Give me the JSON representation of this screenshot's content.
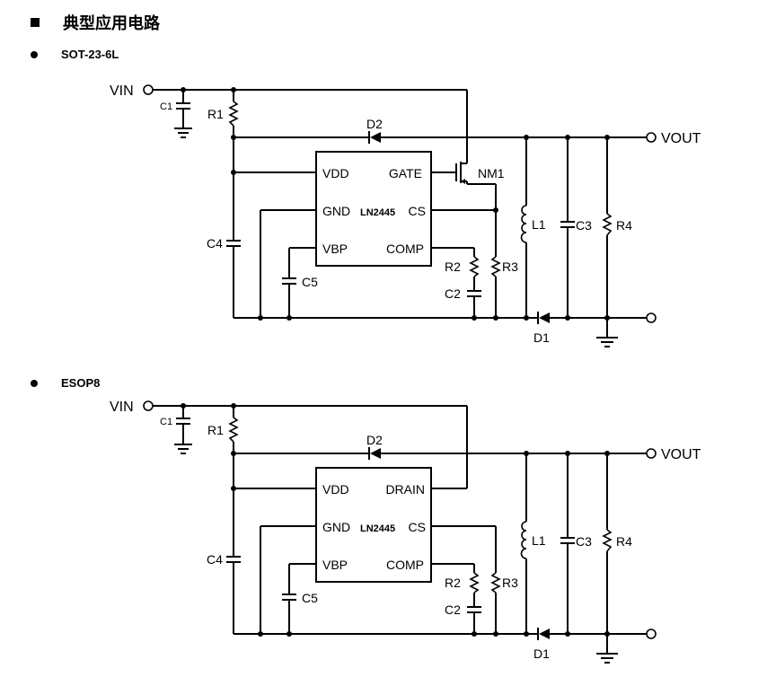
{
  "heading": {
    "title": "典型应用电路",
    "bullet_icon": "black-square-icon"
  },
  "circuits": [
    {
      "package": "SOT-23-6L",
      "ic": {
        "name": "LN2445",
        "pins_left": [
          "VDD",
          "GND",
          "VBP"
        ],
        "pins_right": [
          "GATE",
          "CS",
          "COMP"
        ]
      },
      "labels": {
        "vin": "VIN",
        "vout": "VOUT",
        "c1": "C1",
        "r1": "R1",
        "d2": "D2",
        "c4": "C4",
        "c5": "C5",
        "r2": "R2",
        "c2": "C2",
        "r3": "R3",
        "l1": "L1",
        "c3": "C3",
        "r4": "R4",
        "d1": "D1",
        "nm1": "NM1"
      }
    },
    {
      "package": "ESOP8",
      "ic": {
        "name": "LN2445",
        "pins_left": [
          "VDD",
          "GND",
          "VBP"
        ],
        "pins_right": [
          "DRAIN",
          "CS",
          "COMP"
        ]
      },
      "labels": {
        "vin": "VIN",
        "vout": "VOUT",
        "c1": "C1",
        "r1": "R1",
        "d2": "D2",
        "c4": "C4",
        "c5": "C5",
        "r2": "R2",
        "c2": "C2",
        "r3": "R3",
        "l1": "L1",
        "c3": "C3",
        "r4": "R4",
        "d1": "D1"
      }
    }
  ]
}
